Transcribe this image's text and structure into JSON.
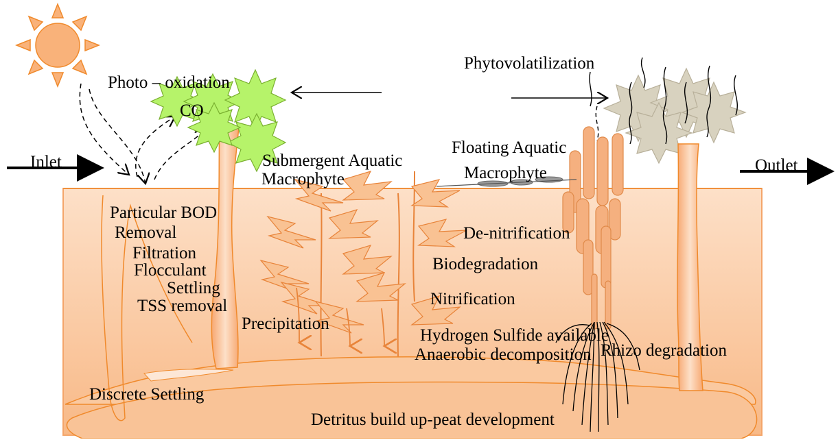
{
  "diagram": {
    "labels": {
      "photo_oxidation": "Photo – oxidation",
      "co": "CO",
      "phytovolatilization": "Phytovolatilization",
      "inlet": "Inlet",
      "outlet": "Outlet",
      "submergent_line1": "Submergent Aquatic",
      "submergent_line2": "Macrophyte",
      "floating_line1": "Floating Aquatic",
      "floating_line2": "Macrophyte",
      "particular_bod": "Particular BOD",
      "removal": "Removal",
      "filtration": "Filtration",
      "flocculant": "Flocculant",
      "settling": "Settling",
      "tss_removal": "TSS removal",
      "precipitation": "Precipitation",
      "de_nitrification": "De-nitrification",
      "biodegradation": "Biodegradation",
      "nitrification": "Nitrification",
      "hydrogen_sulfide": "Hydrogen Sulfide available",
      "anaerobic": "Anaerobic decomposition",
      "rhizo": "Rhizo degradation",
      "discrete_settling": "Discrete Settling",
      "detritus": "Detritus build up-peat development"
    },
    "colors": {
      "water_fill": "#fbd3b0",
      "stroke": "#f08a2c",
      "sun": "#f9b27a",
      "green_tree": "#b6f36a",
      "grey_tree": "#d8d2bf",
      "reed": "#f5b07f"
    }
  }
}
